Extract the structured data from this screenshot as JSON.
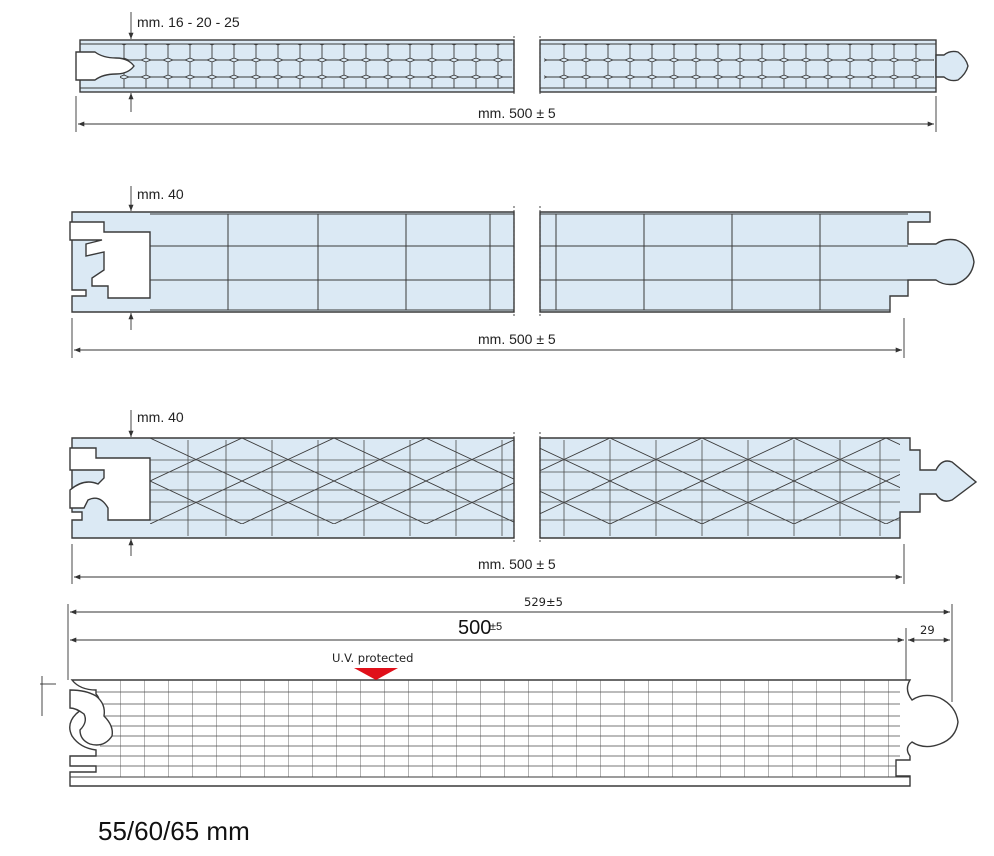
{
  "panels": [
    {
      "thickness_label": "mm. 16 - 20 - 25",
      "width_label": "mm. 500 ± 5"
    },
    {
      "thickness_label": "mm. 40",
      "width_label": "mm. 500 ± 5"
    },
    {
      "thickness_label": "mm. 40",
      "width_label": "mm. 500 ± 5"
    }
  ],
  "bottom_panel": {
    "overall_label": "529±5",
    "width_main": "500",
    "width_tol": "±5",
    "joint_label": "29",
    "uv_label": "U.V. protected",
    "uv_color": "#e0101a"
  },
  "caption": "55/60/65 mm"
}
